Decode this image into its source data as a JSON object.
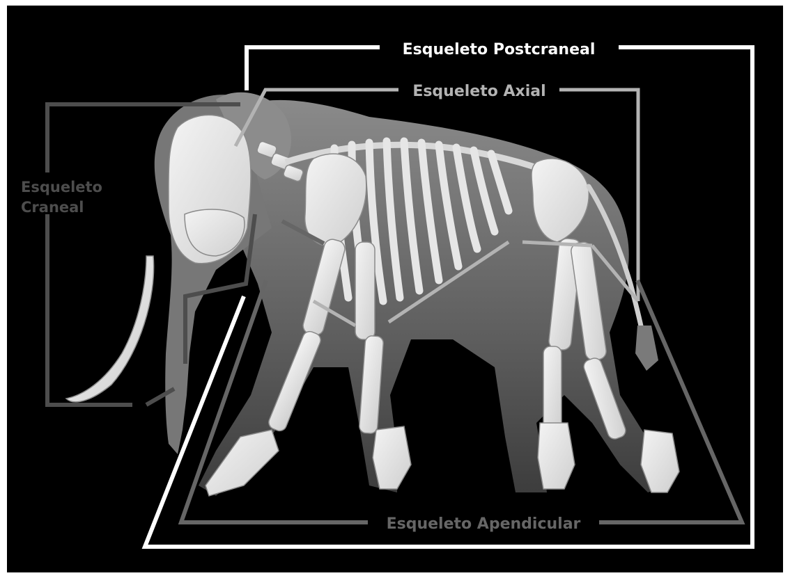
{
  "labels": {
    "postcraneal": "Esqueleto Postcraneal",
    "axial": "Esqueleto Axial",
    "craneal_line1": "Esqueleto",
    "craneal_line2": "Craneal",
    "apendicular": "Esqueleto Apendicular"
  },
  "colors": {
    "background": "#000000",
    "postcraneal": "#ffffff",
    "axial": "#b3b3b3",
    "craneal": "#4d4d4d",
    "apendicular": "#666666",
    "body_silhouette": "#6e6e6e",
    "bone": "#e8e8e8",
    "bone_outline": "#7a7a7a"
  }
}
